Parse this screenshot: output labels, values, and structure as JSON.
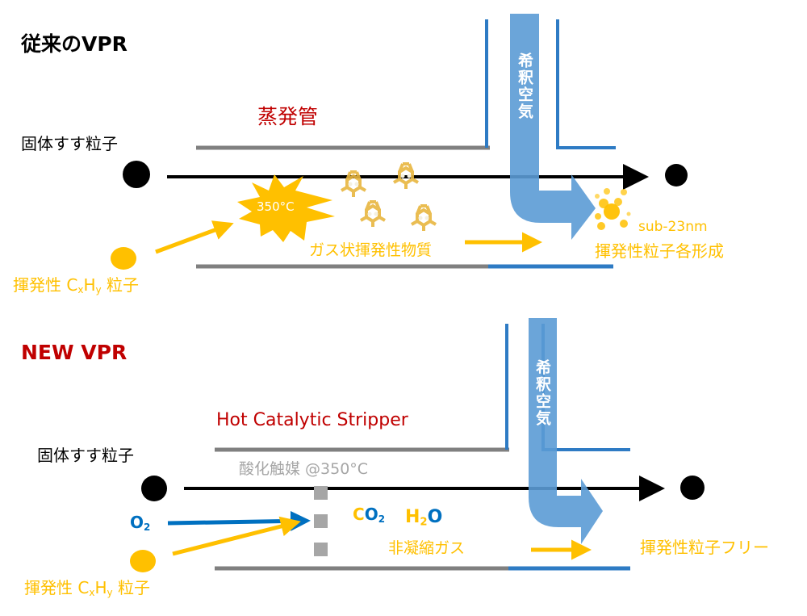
{
  "colors": {
    "tube_gray": "#808080",
    "pipe_blue": "#2e7bc4",
    "dilution_arrow": "#5b9bd5",
    "amber": "#ffc000",
    "red": "#c00000",
    "blue_text": "#0070c0",
    "catalyst_gray": "#a6a6a6"
  },
  "conventional": {
    "title": "従来のVPR",
    "tube_label": "蒸発管",
    "solid_particle_label": "固体すす粒子",
    "volatile_label_prefix": "揮発性 ",
    "volatile_label_c": "C",
    "volatile_label_x": "x",
    "volatile_label_h": "H",
    "volatile_label_y": "y",
    "volatile_label_suffix": " 粒子",
    "temperature_burst": "350°C",
    "gas_label": "ガス状揮発性物質",
    "dilution_label": "希釈空気",
    "result_size": "sub-23nm",
    "result_label": "揮発性粒子各形成"
  },
  "new": {
    "title": "NEW VPR",
    "tube_label": "Hot Catalytic Stripper",
    "solid_particle_label": "固体すす粒子",
    "catalyst_label": "酸化触媒 @350°C",
    "o2_o": "O",
    "o2_sub": "2",
    "co2_c": "C",
    "co2_o": "O",
    "co2_sub": "2",
    "h2o_h": "H",
    "h2o_sub": "2",
    "h2o_o": "O",
    "gas_label": "非凝縮ガス",
    "volatile_label_prefix": "揮発性 ",
    "volatile_label_c": "C",
    "volatile_label_x": "x",
    "volatile_label_h": "H",
    "volatile_label_y": "y",
    "volatile_label_suffix": " 粒子",
    "dilution_label": "希釈空気",
    "result_label": "揮発性粒子フリー"
  }
}
